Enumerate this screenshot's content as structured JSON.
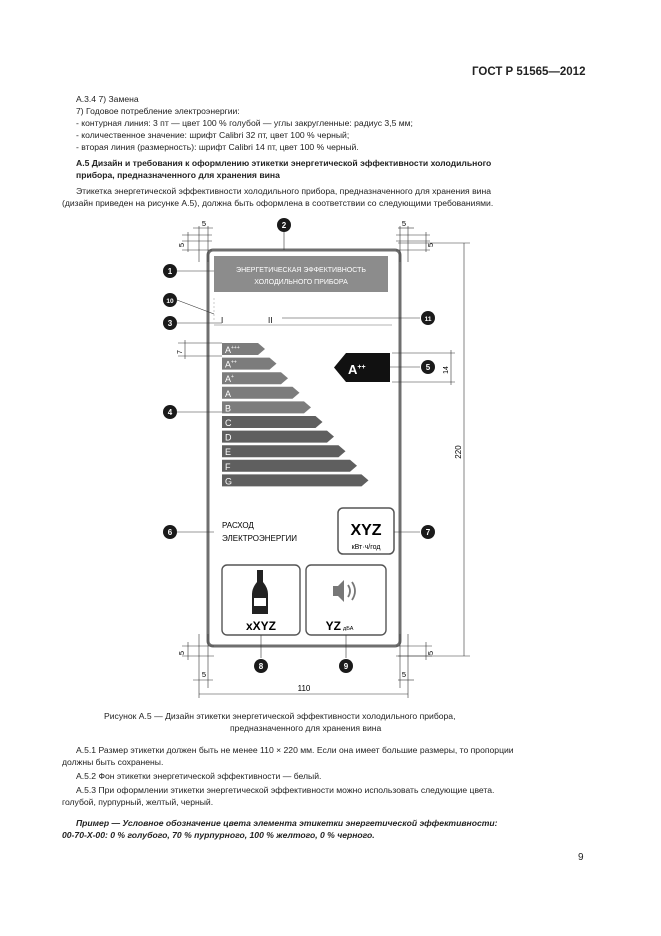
{
  "header": {
    "standard": "ГОСТ Р 51565—2012"
  },
  "intro": {
    "l1": "А.3.4 7) Замена",
    "l2": "7) Годовое потребление электроэнергии:",
    "l3": "- контурная линия: 3 пт — цвет 100 % голубой — углы закругленные: радиус 3,5 мм;",
    "l4": "- количественное значение: шрифт Calibri 32 пт, цвет 100 % черный;",
    "l5": "- вторая линия (размерность): шрифт Calibri 14 пт, цвет 100 % черный."
  },
  "section": {
    "heading_1": "А.5 Дизайн и требования к оформлению этикетки энергетической эффективности холодильного",
    "heading_2": "прибора, предназначенного для хранения вина",
    "p1_1": "Этикетка энергетической эффективности холодильного прибора, предназначенного для хранения вина",
    "p1_2": "(дизайн приведен на рисунке А.5), должна быть оформлена в соответствии со следующими требованиями."
  },
  "figure": {
    "label_title_1": "ЭНЕРГЕТИЧЕСКАЯ ЭФФЕКТИВНОСТЬ",
    "label_title_2": "ХОЛОДИЛЬНОГО ПРИБОРА",
    "roman_1": "I",
    "roman_2": "II",
    "classes": [
      "A+++",
      "A++",
      "A+",
      "A",
      "B",
      "C",
      "D",
      "E",
      "F",
      "G"
    ],
    "class_base": [
      "A",
      "A",
      "A",
      "A",
      "B",
      "C",
      "D",
      "E",
      "F",
      "G"
    ],
    "class_sup": [
      "+++",
      "++",
      "+",
      "",
      "",
      "",
      "",
      "",
      "",
      ""
    ],
    "indicator_base": "A",
    "indicator_sup": "++",
    "consumption_1": "РАСХОД",
    "consumption_2": "ЭЛЕКТРОЭНЕРГИИ",
    "energy_value": "XYZ",
    "energy_unit": "кВт·ч/год",
    "bottles_value": "xXYZ",
    "noise_value": "YZ",
    "noise_unit": "дБА",
    "callouts": [
      "1",
      "2",
      "3",
      "4",
      "5",
      "6",
      "7",
      "8",
      "9",
      "10",
      "11"
    ],
    "dim_5": "5",
    "dim_7": "7",
    "dim_14": "14",
    "dim_220": "220",
    "dim_110": "110",
    "caption_1": "Рисунок А.5 — Дизайн этикетки энергетической эффективности холодильного прибора,",
    "caption_2": "предназначенного для хранения вина"
  },
  "clauses": {
    "a51_1": "А.5.1 Размер этикетки должен быть не менее 110 × 220 мм. Если она имеет большие размеры, то пропорции",
    "a51_2": "должны быть сохранены.",
    "a52": "А.5.2 Фон этикетки энергетической эффективности — белый.",
    "a53_1": "А.5.3 При оформлении этикетки энергетической эффективности можно использовать следующие цвета.",
    "a53_2": "голубой, пурпурный, желтый, черный.",
    "example_1": "Пример — Условное обозначение цвета элемента этикетки энергетической эффективности:",
    "example_2": "00-70-X-00: 0 % голубого, 70 % пурпурного, 100 % желтого, 0 % черного."
  },
  "page": {
    "number": "9"
  },
  "colors": {
    "bar": "#7c7c7c",
    "dark_bar": "#5f5f5f",
    "frame": "#6f6f6f",
    "callout": "#1a1a1a"
  }
}
